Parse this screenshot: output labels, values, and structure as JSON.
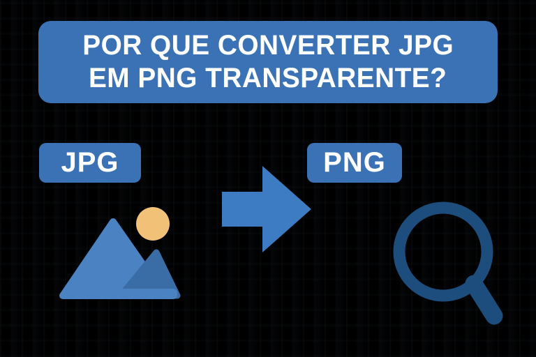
{
  "title": {
    "line1": "POR QUE CONVERTER JPG",
    "line2": "EM PNG TRANSPARENTE?"
  },
  "labels": {
    "source_format": "JPG",
    "target_format": "PNG"
  },
  "icons": [
    "image-mountains-sun-icon",
    "arrow-right-icon",
    "magnifying-glass-icon"
  ],
  "colors": {
    "background": "#000000",
    "banner_blue": "#3a72b5",
    "badge_blue": "#3a72b5",
    "arrow_blue": "#3d7cc2",
    "mountain_light_blue": "#4a82c2",
    "mountain_dark_blue": "#3a6ca6",
    "sun_orange": "#f2c178",
    "magnifier_navy": "#1d4d7c",
    "text_white": "#ffffff"
  }
}
